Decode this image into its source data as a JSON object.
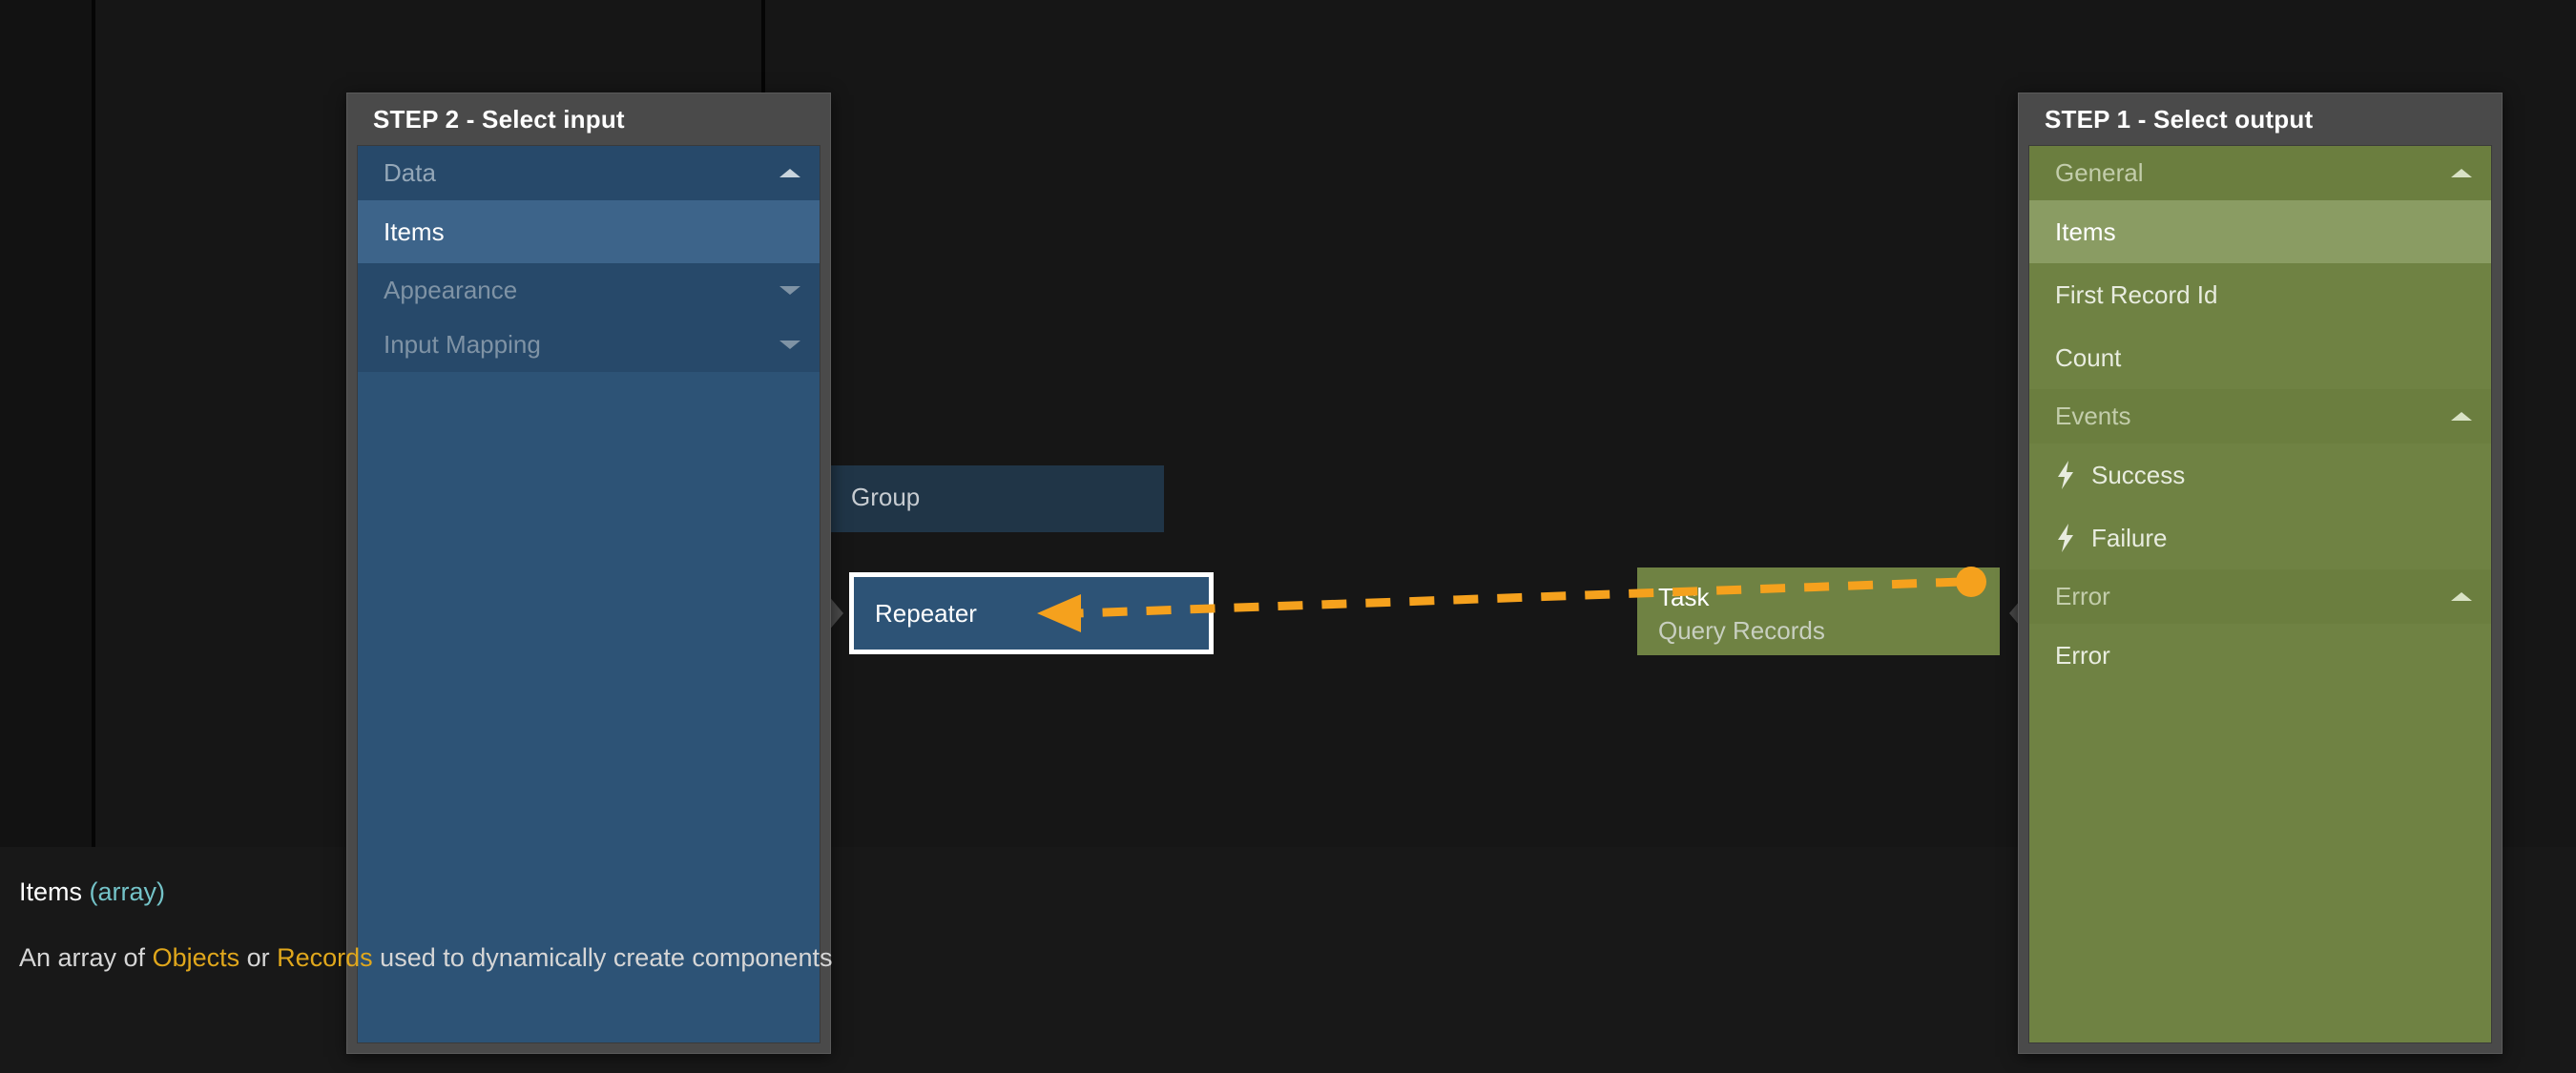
{
  "canvas": {
    "background_color": "#161616",
    "nodes": [
      {
        "id": "group",
        "label": "Group",
        "subtitle": "",
        "color": "#203547"
      },
      {
        "id": "repeater",
        "label": "Repeater",
        "subtitle": "",
        "color": "#2d5376",
        "selected": true
      },
      {
        "id": "task",
        "label": "Task",
        "subtitle": "Query Records",
        "color": "#6f8243"
      }
    ],
    "connection": {
      "style": "dashed",
      "color": "#f5a11d",
      "from": "task-output",
      "to": "repeater-input",
      "direction": "right-to-left"
    }
  },
  "step_input_panel": {
    "title": "STEP 2 - Select input",
    "accent_color": "#2d5376",
    "groups": [
      {
        "label": "Data",
        "expanded": true,
        "caret": "chevron-up-icon",
        "items": [
          {
            "label": "Items",
            "selected": true
          }
        ]
      },
      {
        "label": "Appearance",
        "expanded": false,
        "caret": "chevron-down-icon",
        "items": []
      },
      {
        "label": "Input Mapping",
        "expanded": false,
        "caret": "chevron-down-icon",
        "items": []
      }
    ]
  },
  "step_output_panel": {
    "title": "STEP 1 - Select output",
    "accent_color": "#6f8243",
    "groups": [
      {
        "label": "General",
        "expanded": true,
        "caret": "chevron-up-icon",
        "items": [
          {
            "label": "Items",
            "selected": true,
            "icon": ""
          },
          {
            "label": "First Record Id",
            "selected": false,
            "icon": ""
          },
          {
            "label": "Count",
            "selected": false,
            "icon": ""
          }
        ]
      },
      {
        "label": "Events",
        "expanded": true,
        "caret": "chevron-up-icon",
        "items": [
          {
            "label": "Success",
            "selected": false,
            "icon": "lightning-bolt-icon"
          },
          {
            "label": "Failure",
            "selected": false,
            "icon": "lightning-bolt-icon"
          }
        ]
      },
      {
        "label": "Error",
        "expanded": true,
        "caret": "chevron-up-icon",
        "items": [
          {
            "label": "Error",
            "selected": false,
            "icon": ""
          }
        ]
      }
    ]
  },
  "help": {
    "title": "Items",
    "type_tag": "(array)",
    "description_part_1": "An array of ",
    "description_ref_1": "Objects",
    "description_part_2": " or ",
    "description_ref_2": "Records",
    "description_part_3": " used to",
    "description_line_2_part_1": "dynamically create comp",
    "description_line_2_ref": "",
    "description_line_2_part_2": "onents"
  }
}
